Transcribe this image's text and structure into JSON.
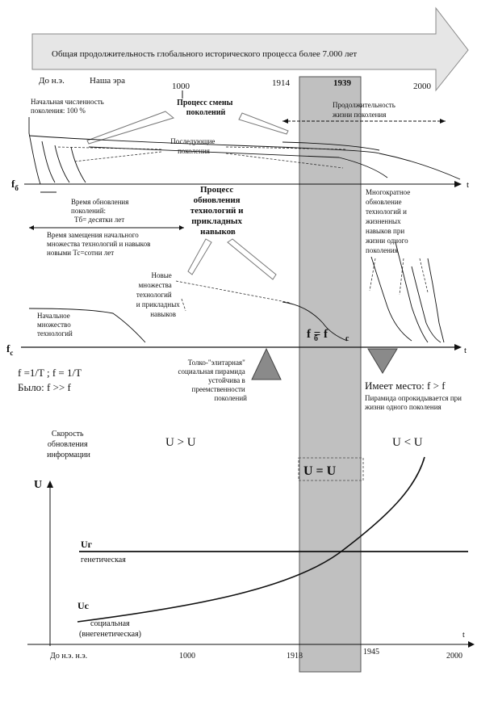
{
  "banner": {
    "title": "Общая продолжительность глобального исторического процесса более 7.000 лет"
  },
  "top_timeline": {
    "bce": "До н.э.",
    "ce": "Наша эра",
    "y1000": "1000",
    "y1914": "1914",
    "y1939": "1939",
    "y2000": "2000"
  },
  "top_panel": {
    "initial_count": [
      "Начальная численность",
      "поколения: 100 %"
    ],
    "generation_change": [
      "Процесс смены",
      "поколений"
    ],
    "lifespan": [
      "Продолжительность",
      "жизни поколения"
    ],
    "subsequent": [
      "Последующие",
      "поколения"
    ],
    "f_b": "f",
    "f_b_sub": "б",
    "t_axis": "t",
    "renewal_time": [
      "Время обновления",
      "поколений:",
      "Тб= десятки лет"
    ],
    "replacement_time": [
      "Время замещения начального",
      "множества технологий и навыков",
      "новыми Тс=сотни лет"
    ],
    "tech_renewal": [
      "Процесс",
      "обновления",
      "технологий и",
      "прикладных",
      "навыков"
    ],
    "multiple_renewal": [
      "Многократное",
      "обновление",
      "технологий и",
      "жизненных",
      "навыков при",
      "жизни одного",
      "поколения"
    ],
    "new_sets": [
      "Новые",
      "множества",
      "технологий",
      "и прикладных",
      "навыков"
    ],
    "initial_set": [
      "Начальное",
      "множество",
      "технологий"
    ],
    "fb_eq_fc": "f  = f",
    "fb_eq_b": "б",
    "fb_eq_c": "с"
  },
  "social_panel": {
    "f_c": "f",
    "f_c_sub": "с",
    "t_axis": "t",
    "formula1": "f =1/T ; f = 1/T",
    "formula2": "Было: f >> f",
    "elite": [
      "Толко-\"элитарная\"",
      "социальная пирамида",
      "устойчива в",
      "преемственности",
      "поколений"
    ],
    "takes_place": "Имеет место: f > f",
    "pyramid_flips": [
      "Пирамида опрокидывается при",
      "жизни одного поколения"
    ]
  },
  "speed_panel": {
    "speed_label": [
      "Скорость",
      "обновления",
      "информации"
    ],
    "ug_gt_uc": "U  > U",
    "ug_eq_uc": "U = U",
    "ug_lt_uc": "U  < U",
    "u_axis": "U",
    "ug_label": "Uг",
    "ug_desc": "генетическая",
    "uc_label": "Uс",
    "uc_desc": [
      "социальная",
      "(внегенетическая)"
    ],
    "t_axis": "t",
    "bce": "До н.э.  н.э.",
    "y1000": "1000",
    "y1918": "1918",
    "y1945": "1945",
    "y2000": "2000"
  },
  "colors": {
    "band": "#c0c0c0",
    "band_border": "#555555",
    "banner_fill": "#e6e6e6",
    "pyramid": "#8a8a8a",
    "line": "#111111"
  }
}
